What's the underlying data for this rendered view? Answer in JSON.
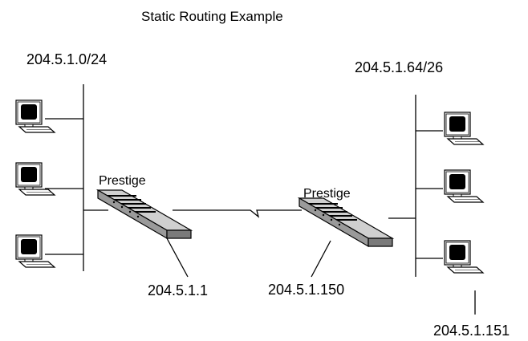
{
  "diagram": {
    "title": "Static Routing Example",
    "left_network": {
      "subnet": "204.5.1.0/24",
      "computers": 3
    },
    "right_network": {
      "subnet": "204.5.1.64/26",
      "computers": 3
    },
    "routers": [
      {
        "name": "Prestige",
        "ip": "204.5.1.1"
      },
      {
        "name": "Prestige",
        "ip": "204.5.1.150"
      }
    ],
    "host_ip": "204.5.1.151"
  }
}
